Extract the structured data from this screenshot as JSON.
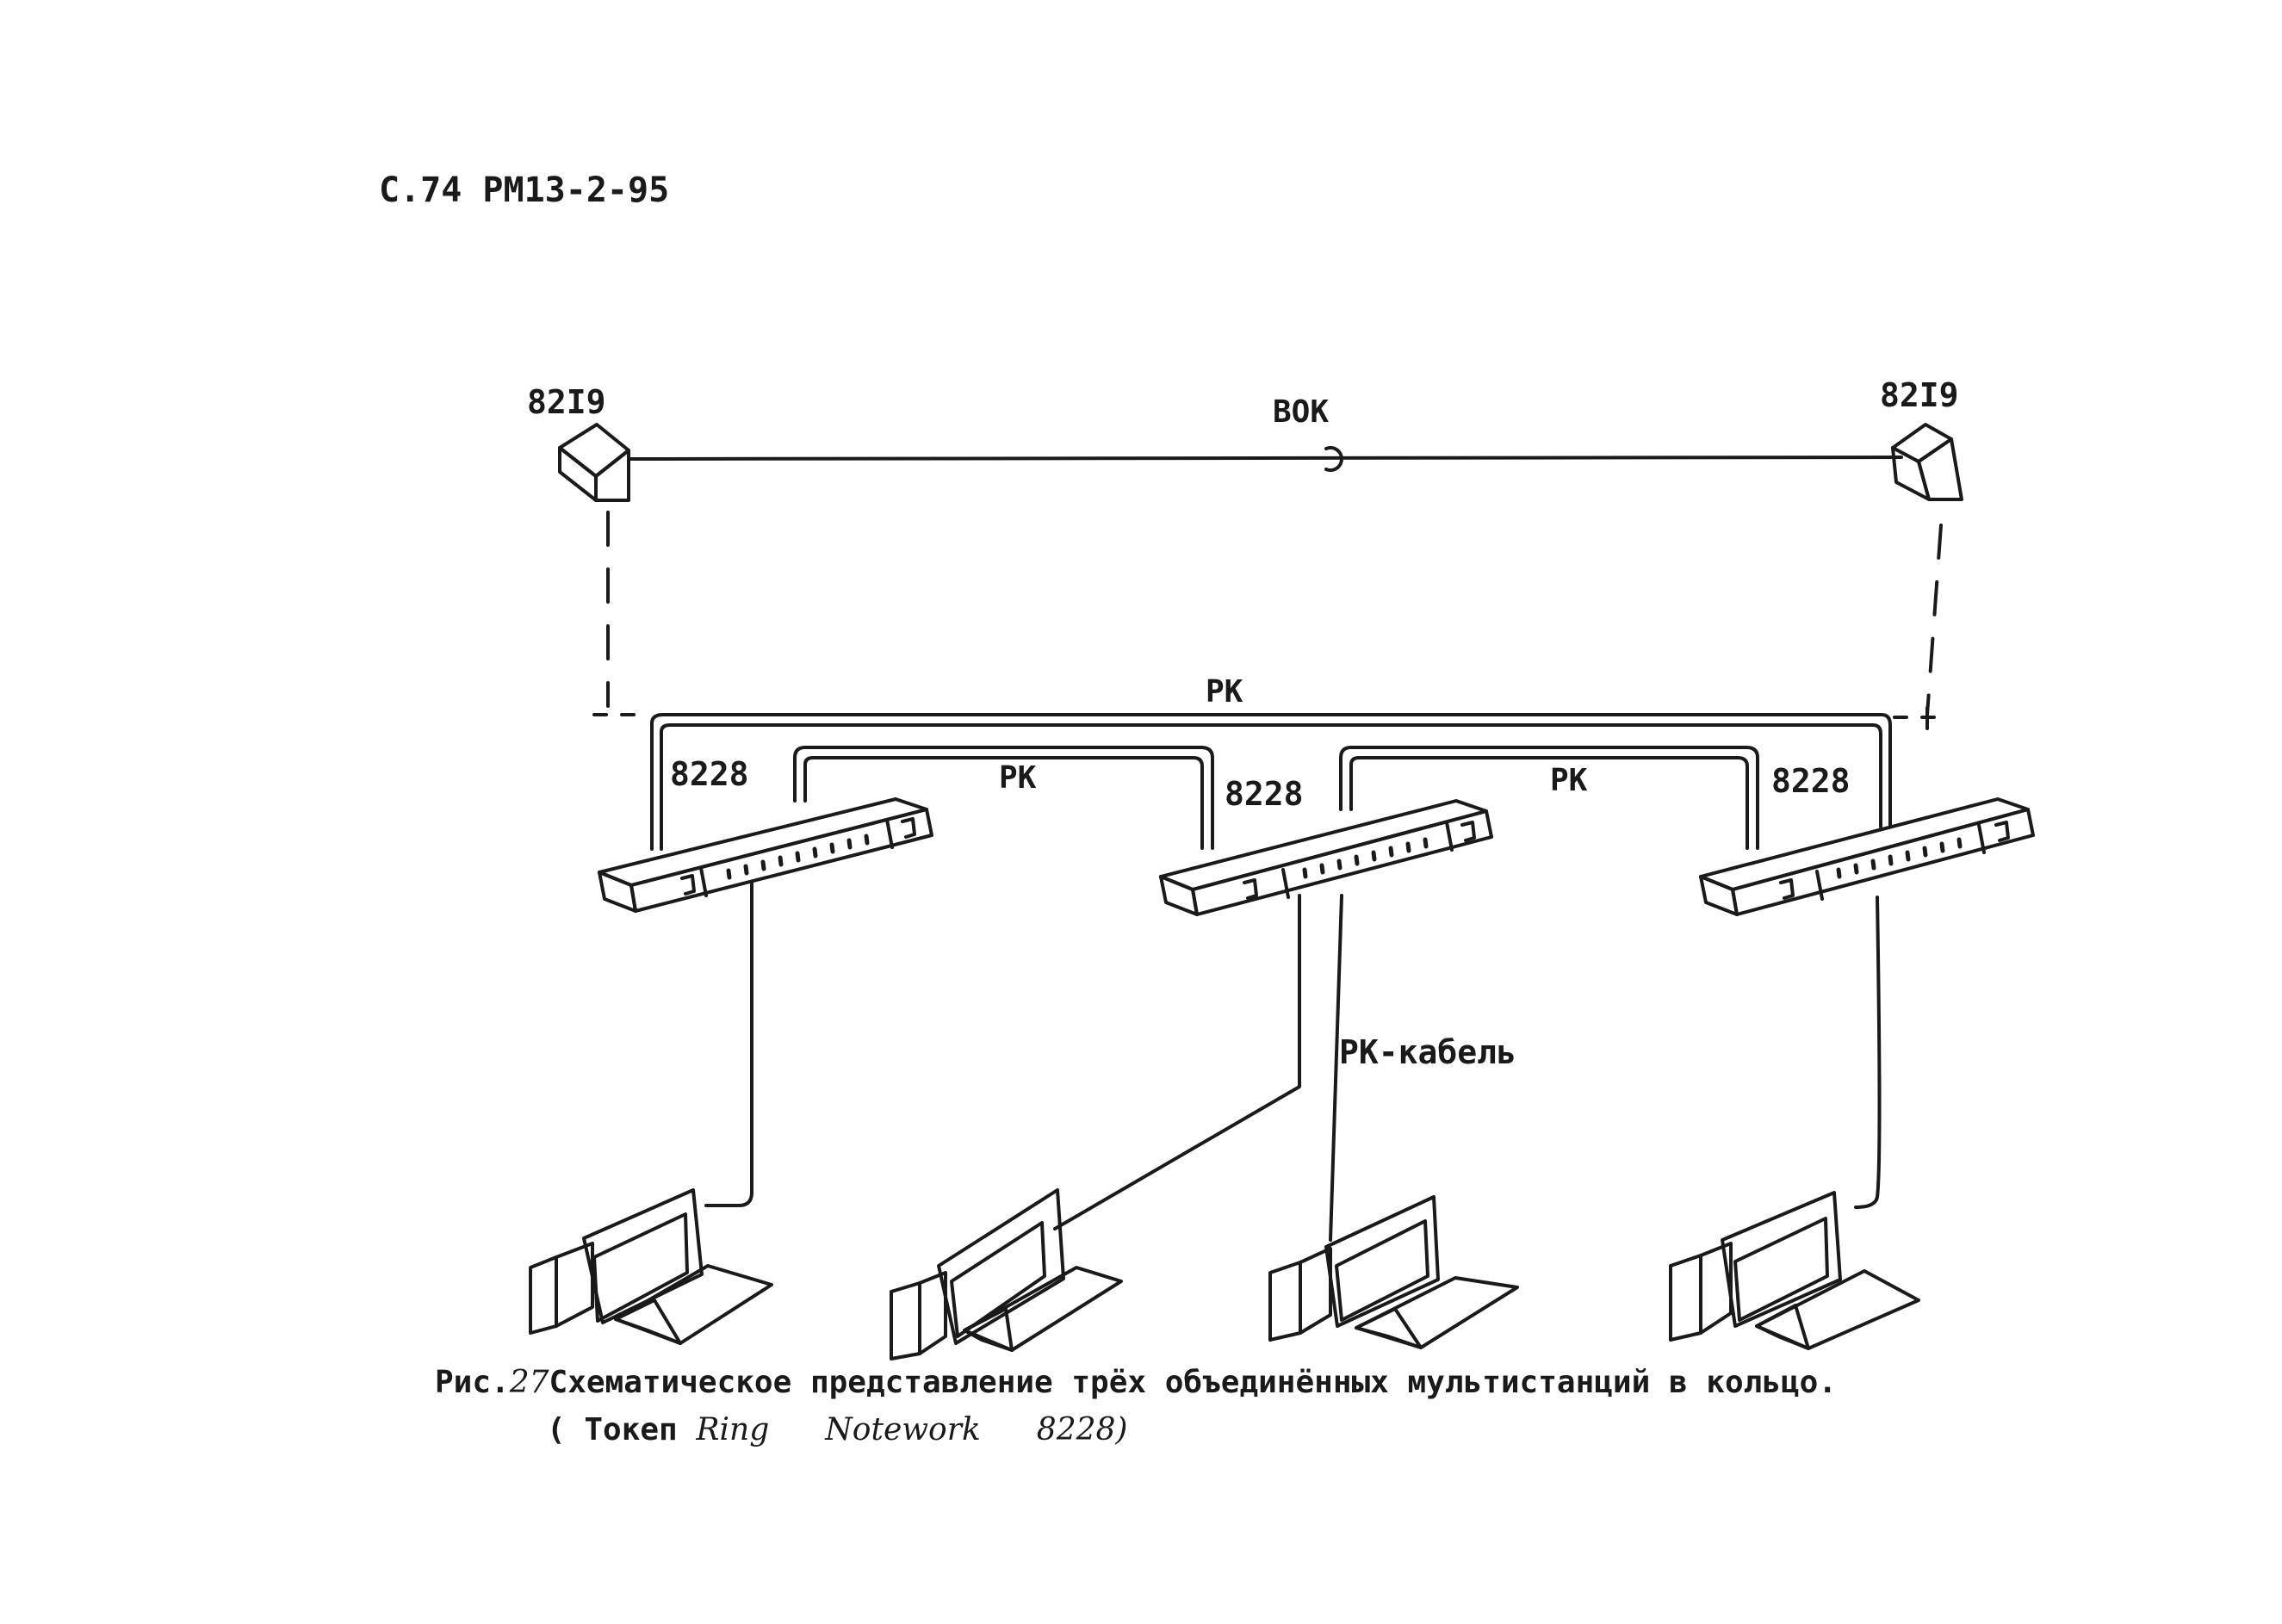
{
  "header": {
    "page_ref": "С.74 РМ13-2-95"
  },
  "diagram": {
    "labels": {
      "fiber_device_left": "82I9",
      "fiber_device_right": "82I9",
      "fiber_link": "ВОК",
      "ring_top": "РК",
      "ring_left": "РК",
      "ring_right": "РК",
      "hub_1": "8228",
      "hub_2": "8228",
      "hub_3": "8228",
      "drop_cable": "РК-кабель"
    }
  },
  "caption": {
    "prefix": "Рис.",
    "number": "27",
    "text": "Схематическое представление трёх объединённых мультистанций в кольцо.",
    "sub_open": "( Токеп",
    "sub_ring": "Ring",
    "sub_network": "Notework",
    "sub_model": "8228)"
  }
}
